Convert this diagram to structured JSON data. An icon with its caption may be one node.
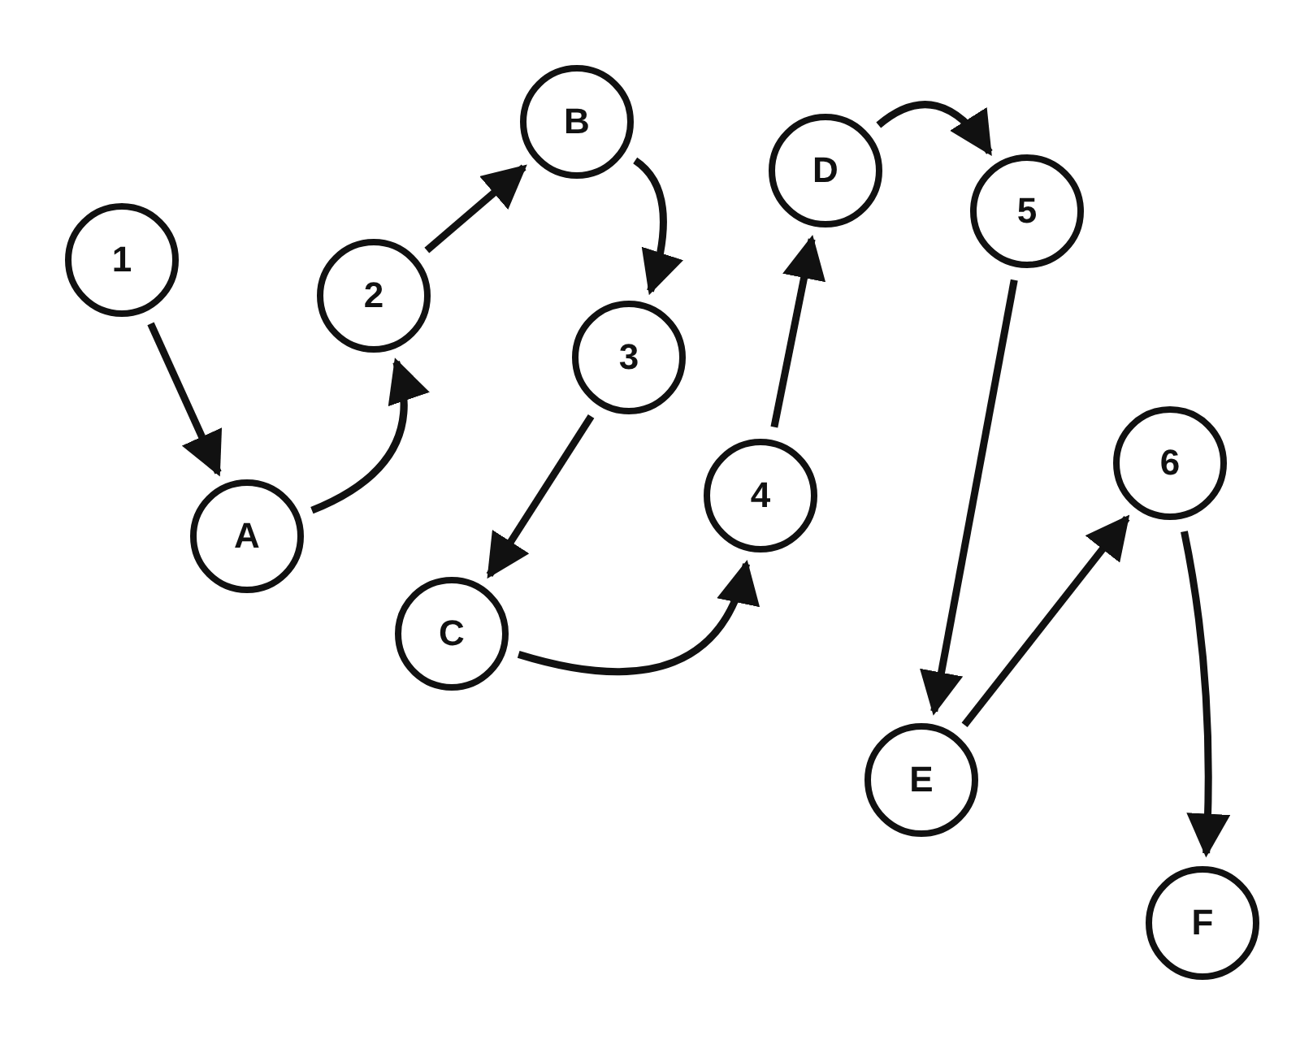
{
  "diagram": {
    "nodes": [
      {
        "text": [
          "1"
        ]
      },
      {
        "text": [
          "A"
        ]
      },
      {
        "text": [
          "2"
        ]
      },
      {
        "text": [
          "B"
        ]
      },
      {
        "text": [
          "3"
        ]
      },
      {
        "text": [
          "C"
        ]
      },
      {
        "text": [
          "4"
        ]
      },
      {
        "text": [
          "D"
        ]
      },
      {
        "text": [
          "5"
        ]
      },
      {
        "text": [
          "E"
        ]
      },
      {
        "text": [
          "6"
        ]
      },
      {
        "text": [
          "F"
        ]
      }
    ],
    "edges": [
      {
        "from": 0,
        "to": 1,
        "arrow": "to"
      },
      {
        "from": 1,
        "to": 2,
        "arrow": "to"
      },
      {
        "from": 2,
        "to": 3,
        "arrow": "to"
      },
      {
        "from": 3,
        "to": 4,
        "arrow": "to"
      },
      {
        "from": 4,
        "to": 5,
        "arrow": "to"
      },
      {
        "from": 5,
        "to": 6,
        "arrow": "to"
      },
      {
        "from": 6,
        "to": 7,
        "arrow": "to"
      },
      {
        "from": 7,
        "to": 8,
        "arrow": "to"
      },
      {
        "from": 8,
        "to": 9,
        "arrow": "to"
      },
      {
        "from": 9,
        "to": 10,
        "arrow": "to"
      },
      {
        "from": 10,
        "to": 11,
        "arrow": "to"
      }
    ]
  }
}
